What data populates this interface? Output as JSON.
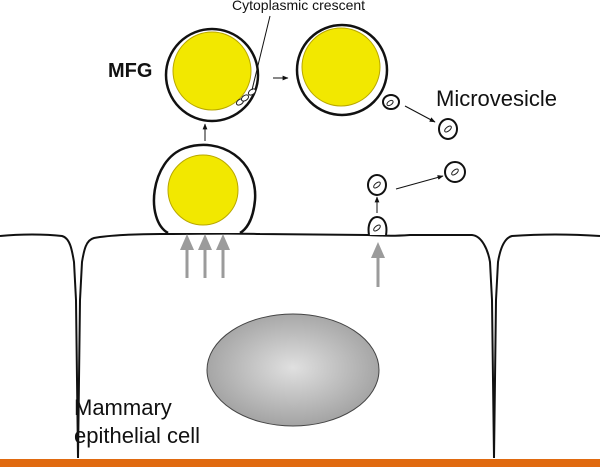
{
  "labels": {
    "cytoplasmic_crescent": "Cytoplasmic crescent",
    "mfg": "MFG",
    "microvesicle": "Microvesicle",
    "cell_line1": "Mammary",
    "cell_line2": "epithelial cell"
  },
  "colors": {
    "lipid": "#f2e800",
    "lipid_stroke": "#b9a800",
    "outline": "#111111",
    "upward_arrows": "#9b9b9b",
    "basement": "#e06a10",
    "nucleus_light": "#dadada",
    "nucleus_dark": "#9d9d9d"
  }
}
